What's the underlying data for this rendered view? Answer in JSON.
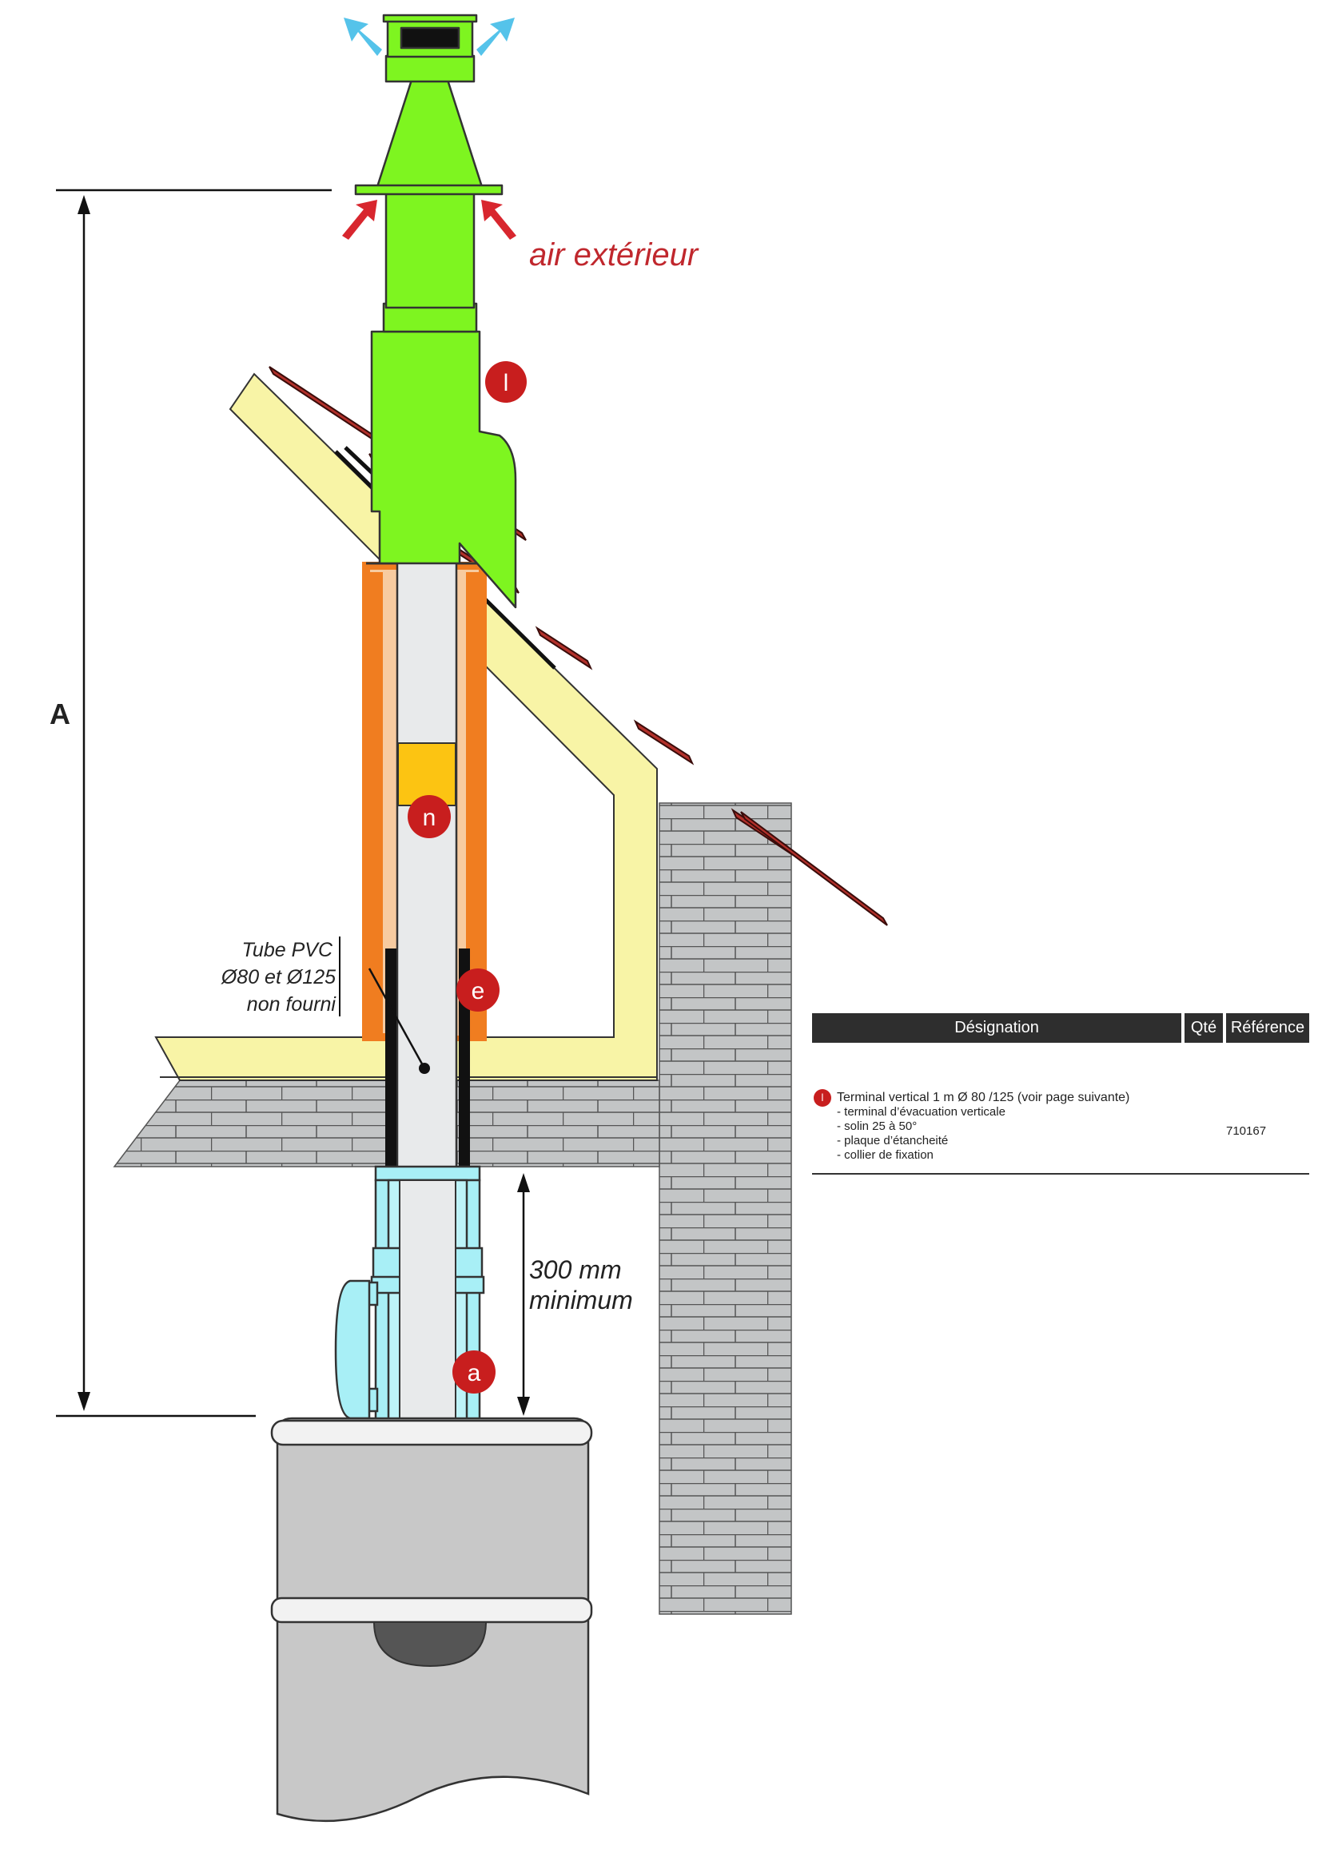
{
  "labels": {
    "dimension_a": "A",
    "air": "air extérieur",
    "tube_note": [
      "Tube PVC",
      "Ø80 et Ø125",
      "non fourni"
    ],
    "min_dist": [
      "300 mm",
      "minimum"
    ]
  },
  "badges": {
    "l": "l",
    "n": "n",
    "e": "e",
    "a": "a"
  },
  "colors": {
    "terminal": "#7ef520",
    "roof": "#f8f4a6",
    "tile": "#b2302a",
    "duct": "#f7cba0",
    "duct_edge": "#f07d20",
    "adapter": "#a8eff6",
    "pipe": "#e8eaeb",
    "brick": "#c3c5c6",
    "boiler": "#c8c8c8",
    "badge": "#c81e1e",
    "flow_out": "#55c3ea",
    "flow_in": "#d8262e"
  },
  "legend": {
    "headers": {
      "designation": "Désignation",
      "qty": "Qté",
      "reference": "Référence"
    },
    "row": {
      "badge": "l",
      "title": "Terminal vertical 1 m Ø 80 /125 (voir page suivante)",
      "items": [
        "- terminal d’évacuation verticale",
        "- solin 25 à 50°",
        "- plaque d’étancheité",
        "- collier de fixation"
      ],
      "qty": "",
      "reference": "710167"
    }
  }
}
